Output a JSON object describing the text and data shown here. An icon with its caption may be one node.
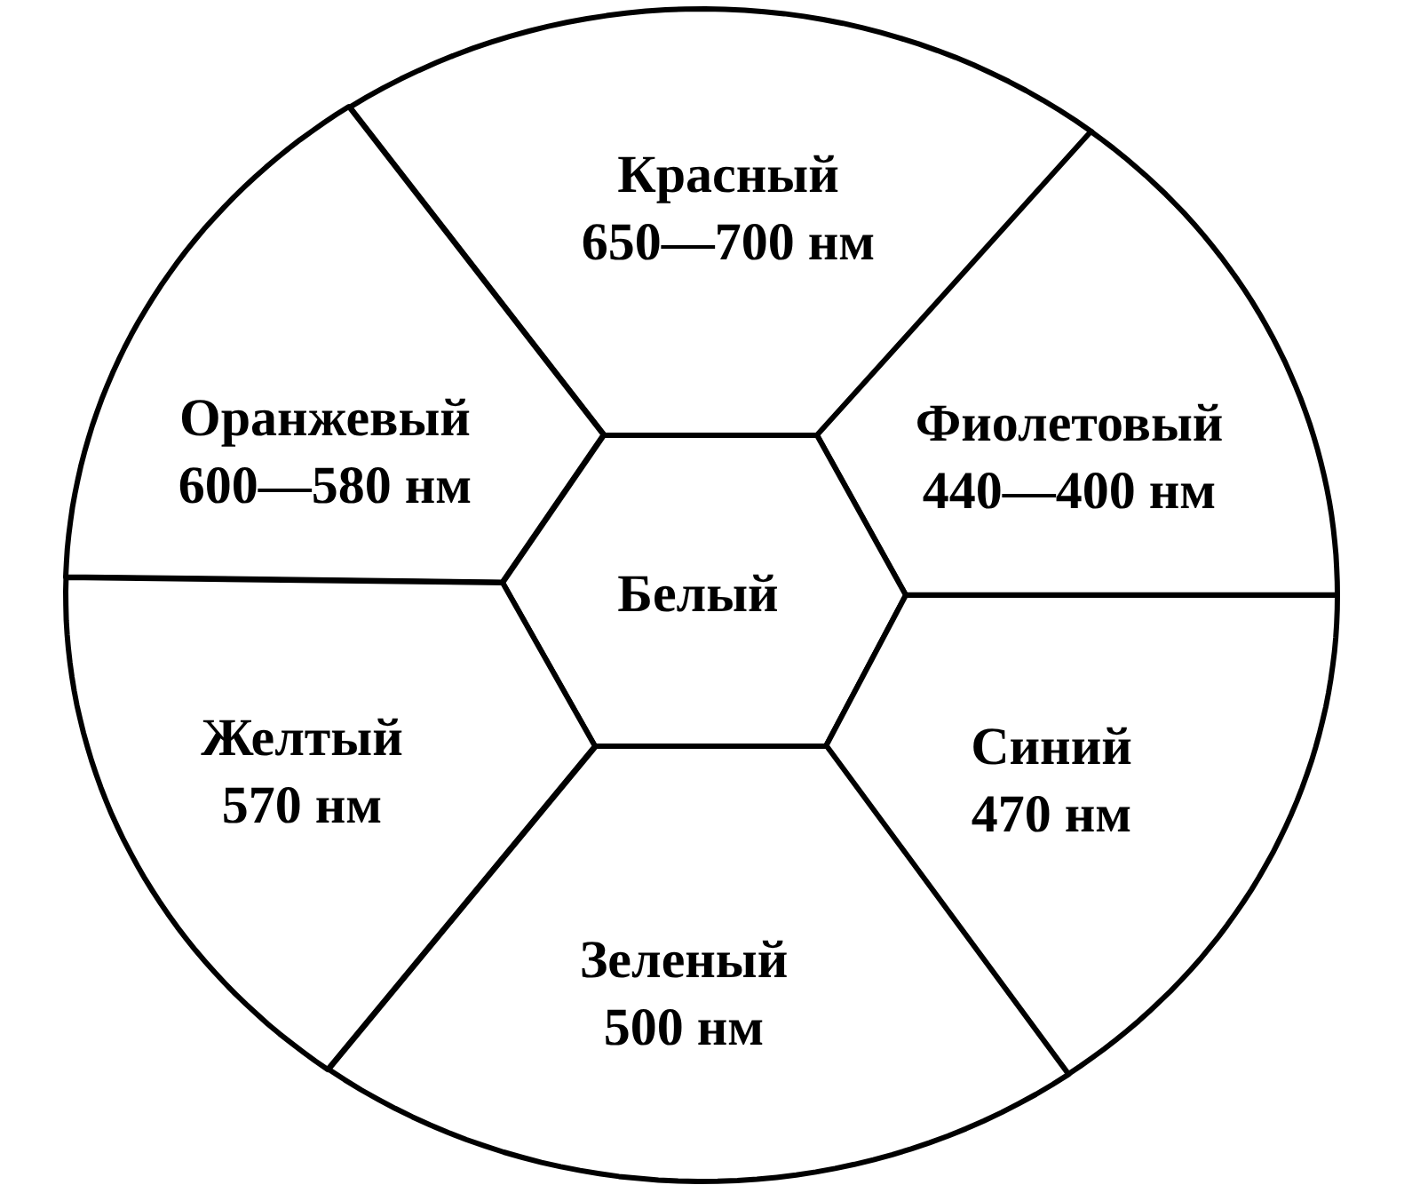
{
  "diagram": {
    "nodes": [
      {
        "text": [
          "Красный",
          "650—700 нм"
        ]
      },
      {
        "text": [
          "Оранжевый",
          "600—580 нм"
        ]
      },
      {
        "text": [
          "Фиолетовый",
          "440—400 нм"
        ]
      },
      {
        "text": [
          "Белый"
        ]
      },
      {
        "text": [
          "Желтый",
          "570 нм"
        ]
      },
      {
        "text": [
          "Синий",
          "470 нм"
        ]
      },
      {
        "text": [
          "Зеленый",
          "500 нм"
        ]
      }
    ],
    "edges": []
  }
}
